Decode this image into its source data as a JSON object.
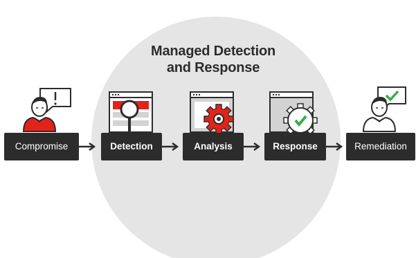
{
  "title": {
    "line1": "Managed Detection",
    "line2": "and Response"
  },
  "stages": [
    {
      "label": "Compromise",
      "icon": "person-alert-icon"
    },
    {
      "label": "Detection",
      "icon": "magnifier-window-icon"
    },
    {
      "label": "Analysis",
      "icon": "gear-window-icon"
    },
    {
      "label": "Response",
      "icon": "gear-check-window-icon"
    },
    {
      "label": "Remediation",
      "icon": "person-check-icon"
    }
  ],
  "colors": {
    "circle": "#e5e5e5",
    "dark": "#2c2c2c",
    "accent_red": "#e2231a",
    "accent_green": "#3daa4a",
    "window_gray": "#d3d3d3"
  }
}
